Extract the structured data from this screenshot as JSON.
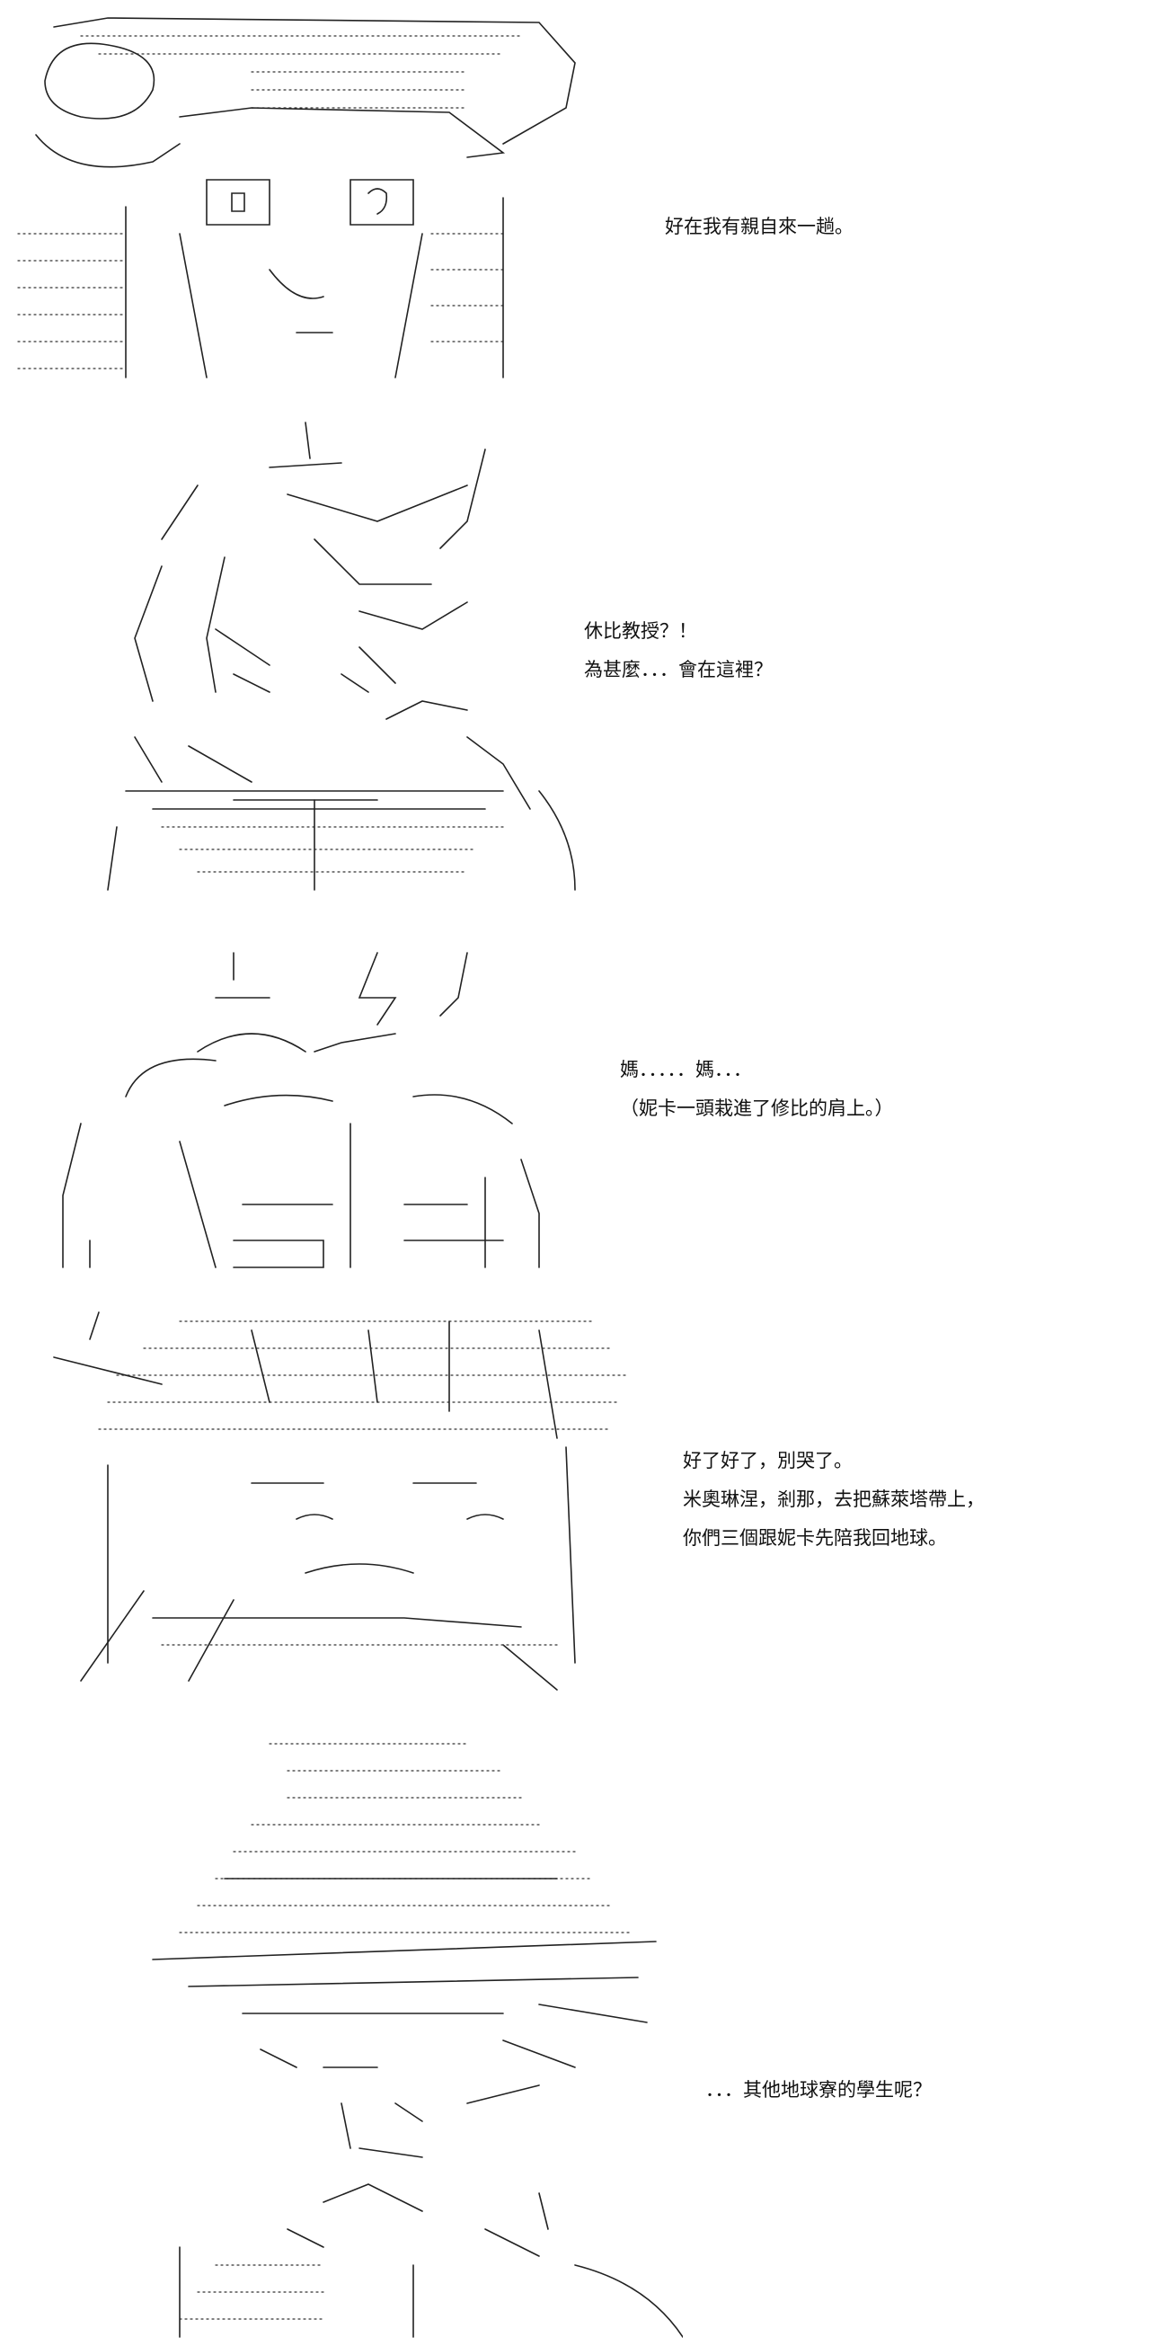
{
  "panels": [
    {
      "id": "panel-1",
      "lines": [
        "好在我有親自來一趟。"
      ]
    },
    {
      "id": "panel-2",
      "lines": [
        "休比教授？！",
        "為甚麼．．．會在這裡？"
      ]
    },
    {
      "id": "panel-3",
      "lines": [
        "媽．．．．．媽．．．",
        "（妮卡一頭栽進了修比的肩上。）"
      ]
    },
    {
      "id": "panel-4",
      "lines": [
        "好了好了，別哭了。",
        "米奧琳涅，剎那，去把蘇萊塔帶上，",
        "你們三個跟妮卡先陪我回地球。"
      ]
    },
    {
      "id": "panel-5",
      "lines": [
        "．．．其他地球寮的學生呢？"
      ]
    }
  ]
}
